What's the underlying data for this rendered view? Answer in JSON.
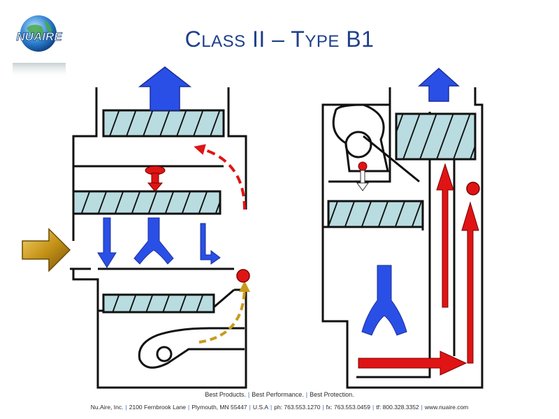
{
  "title": {
    "lead": "C",
    "small1": "LASS",
    "mid": " II – T",
    "small2": "YPE",
    "tail": " B1"
  },
  "logo": {
    "text": "NUAIRE"
  },
  "footer": {
    "tagline": [
      "Best Products.",
      "Best Performance.",
      "Best Protection."
    ],
    "address": [
      "Nu.Aire, Inc.",
      "2100 Fernbrook Lane",
      "Plymouth, MN 55447",
      "U.S.A",
      "ph: 763.553.1270",
      "fx: 763.553.0459",
      "tf: 800.328.3352",
      "www.nuaire.com"
    ]
  },
  "colors": {
    "blue_arrow": "#2a4fe6",
    "red_arrow": "#e01414",
    "gold_arrow": "#c89a1e",
    "filter_fill": "#b8dce0",
    "outline": "#111111"
  },
  "icons": {
    "logo": "globe-logo-icon",
    "inflow": "gold-inflow-arrow-icon"
  }
}
